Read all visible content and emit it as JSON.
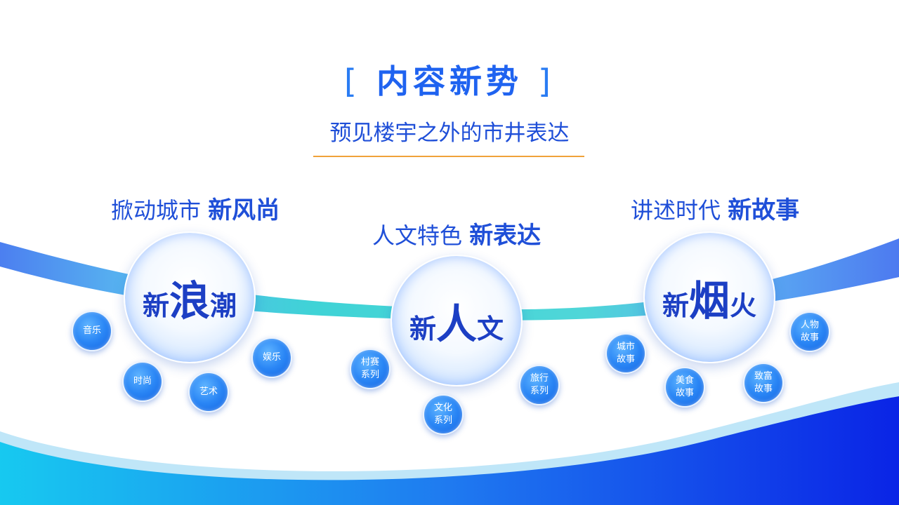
{
  "header": {
    "bracket_left": "[",
    "title": "内容新势",
    "bracket_right": "]",
    "subtitle": "预见楼宇之外的市井表达"
  },
  "sections": [
    {
      "lead": "掀动城市",
      "emphasis": "新风尚",
      "bubble": {
        "pre": "新",
        "big": "浪",
        "post": "潮"
      },
      "tags": [
        {
          "l1": "音乐",
          "l2": ""
        },
        {
          "l1": "时尚",
          "l2": ""
        },
        {
          "l1": "艺术",
          "l2": ""
        },
        {
          "l1": "娱乐",
          "l2": ""
        }
      ]
    },
    {
      "lead": "人文特色",
      "emphasis": "新表达",
      "bubble": {
        "pre": "新",
        "big": "人",
        "post": "文"
      },
      "tags": [
        {
          "l1": "村赛",
          "l2": "系列"
        },
        {
          "l1": "文化",
          "l2": "系列"
        },
        {
          "l1": "旅行",
          "l2": "系列"
        }
      ]
    },
    {
      "lead": "讲述时代",
      "emphasis": "新故事",
      "bubble": {
        "pre": "新",
        "big": "烟",
        "post": "火"
      },
      "tags": [
        {
          "l1": "城市",
          "l2": "故事"
        },
        {
          "l1": "美食",
          "l2": "故事"
        },
        {
          "l1": "致富",
          "l2": "故事"
        },
        {
          "l1": "人物",
          "l2": "故事"
        }
      ]
    }
  ],
  "colors": {
    "primary_blue": "#1f4fd8",
    "accent_orange": "#f0a23a",
    "teal_band": "#3fd3d6",
    "deep_blue": "#0a2fe0"
  }
}
